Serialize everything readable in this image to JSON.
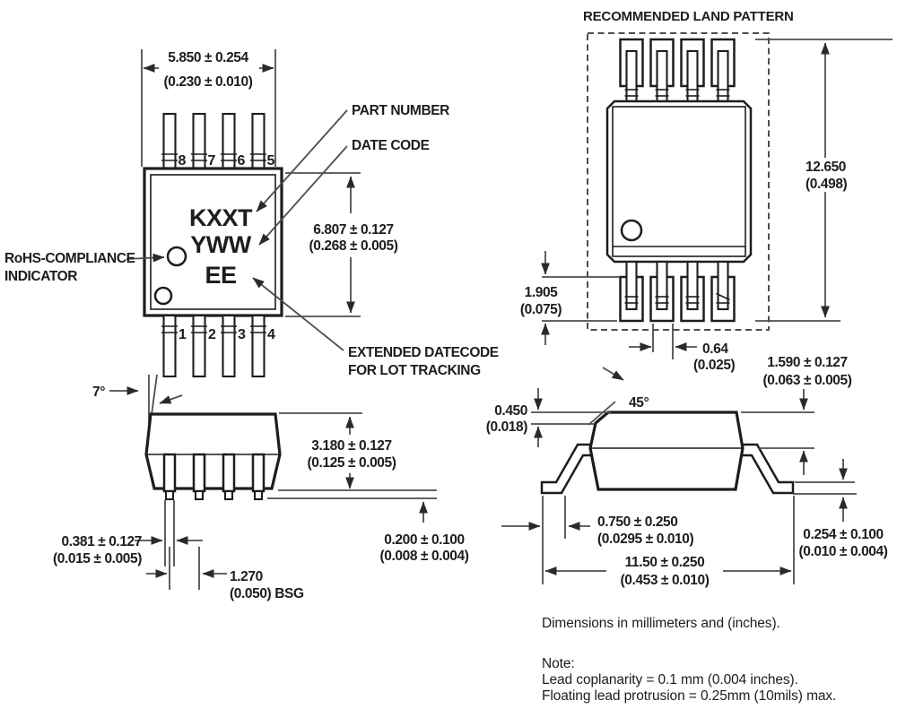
{
  "colors": {
    "ink": "#1e1c1c",
    "line": "#4e4e4e"
  },
  "top_view": {
    "pins_top": [
      "8",
      "7",
      "6",
      "5"
    ],
    "pins_bottom": [
      "1",
      "2",
      "3",
      "4"
    ],
    "marking_line1": "KXXT",
    "marking_line2": "YWW",
    "marking_line3": "EE",
    "callouts": {
      "part_number": "PART NUMBER",
      "date_code": "DATE CODE",
      "rohs_line1": "RoHS-COMPLIANCE",
      "rohs_line2": "INDICATOR",
      "extended_line1": "EXTENDED DATECODE",
      "extended_line2": "FOR LOT TRACKING"
    },
    "dims": {
      "width_mm": "5.850 ± 0.254",
      "width_in": "(0.230 ± 0.010)",
      "length_mm": "6.807 ± 0.127",
      "length_in": "(0.268 ± 0.005)"
    }
  },
  "land_pattern": {
    "title": "RECOMMENDED LAND PATTERN",
    "dims": {
      "height_mm": "12.650",
      "height_in": "(0.498)",
      "pad_len_mm": "1.905",
      "pad_len_in": "(0.075)",
      "pad_w_mm": "0.64",
      "pad_w_in": "(0.025)"
    }
  },
  "front_view": {
    "dims": {
      "lead_angle": "7°",
      "height_mm": "3.180 ± 0.127",
      "height_in": "(0.125 ± 0.005)",
      "standoff_mm": "0.200 ± 0.100",
      "standoff_in": "(0.008 ± 0.004)",
      "lead_w_mm": "0.381 ± 0.127",
      "lead_w_in": "(0.015 ± 0.005)",
      "pitch_mm": "1.270",
      "pitch_in": "(0.050) BSG"
    }
  },
  "side_view": {
    "dims": {
      "chamfer_angle": "45°",
      "chamfer_mm": "0.450",
      "chamfer_in": "(0.018)",
      "shoulder_mm": "1.590 ± 0.127",
      "shoulder_in": "(0.063 ± 0.005)",
      "foot_len_mm": "0.750 ± 0.250",
      "foot_len_in": "(0.0295 ± 0.010)",
      "foot_th_mm": "0.254 ± 0.100",
      "foot_th_in": "(0.010 ± 0.004)",
      "overall_mm": "11.50 ± 0.250",
      "overall_in": "(0.453 ± 0.010)"
    }
  },
  "notes": {
    "units": "Dimensions in millimeters and (inches).",
    "note_label": "Note:",
    "note1": "Lead coplanarity = 0.1 mm (0.004 inches).",
    "note2": "Floating lead protrusion = 0.25mm (10mils) max."
  }
}
